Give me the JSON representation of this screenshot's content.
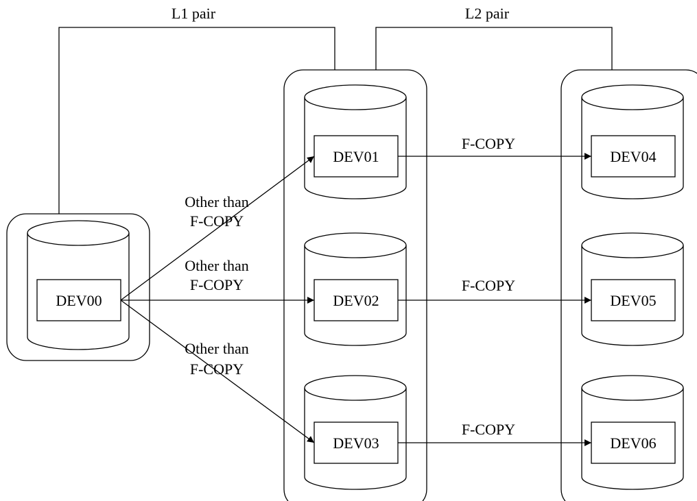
{
  "pairs": {
    "l1_label": "L1 pair",
    "l2_label": "L2 pair"
  },
  "devices": {
    "dev00": "DEV00",
    "dev01": "DEV01",
    "dev02": "DEV02",
    "dev03": "DEV03",
    "dev04": "DEV04",
    "dev05": "DEV05",
    "dev06": "DEV06"
  },
  "copy_labels": {
    "other_line1": "Other than",
    "other_line2": "F-COPY",
    "fcopy": "F-COPY"
  }
}
